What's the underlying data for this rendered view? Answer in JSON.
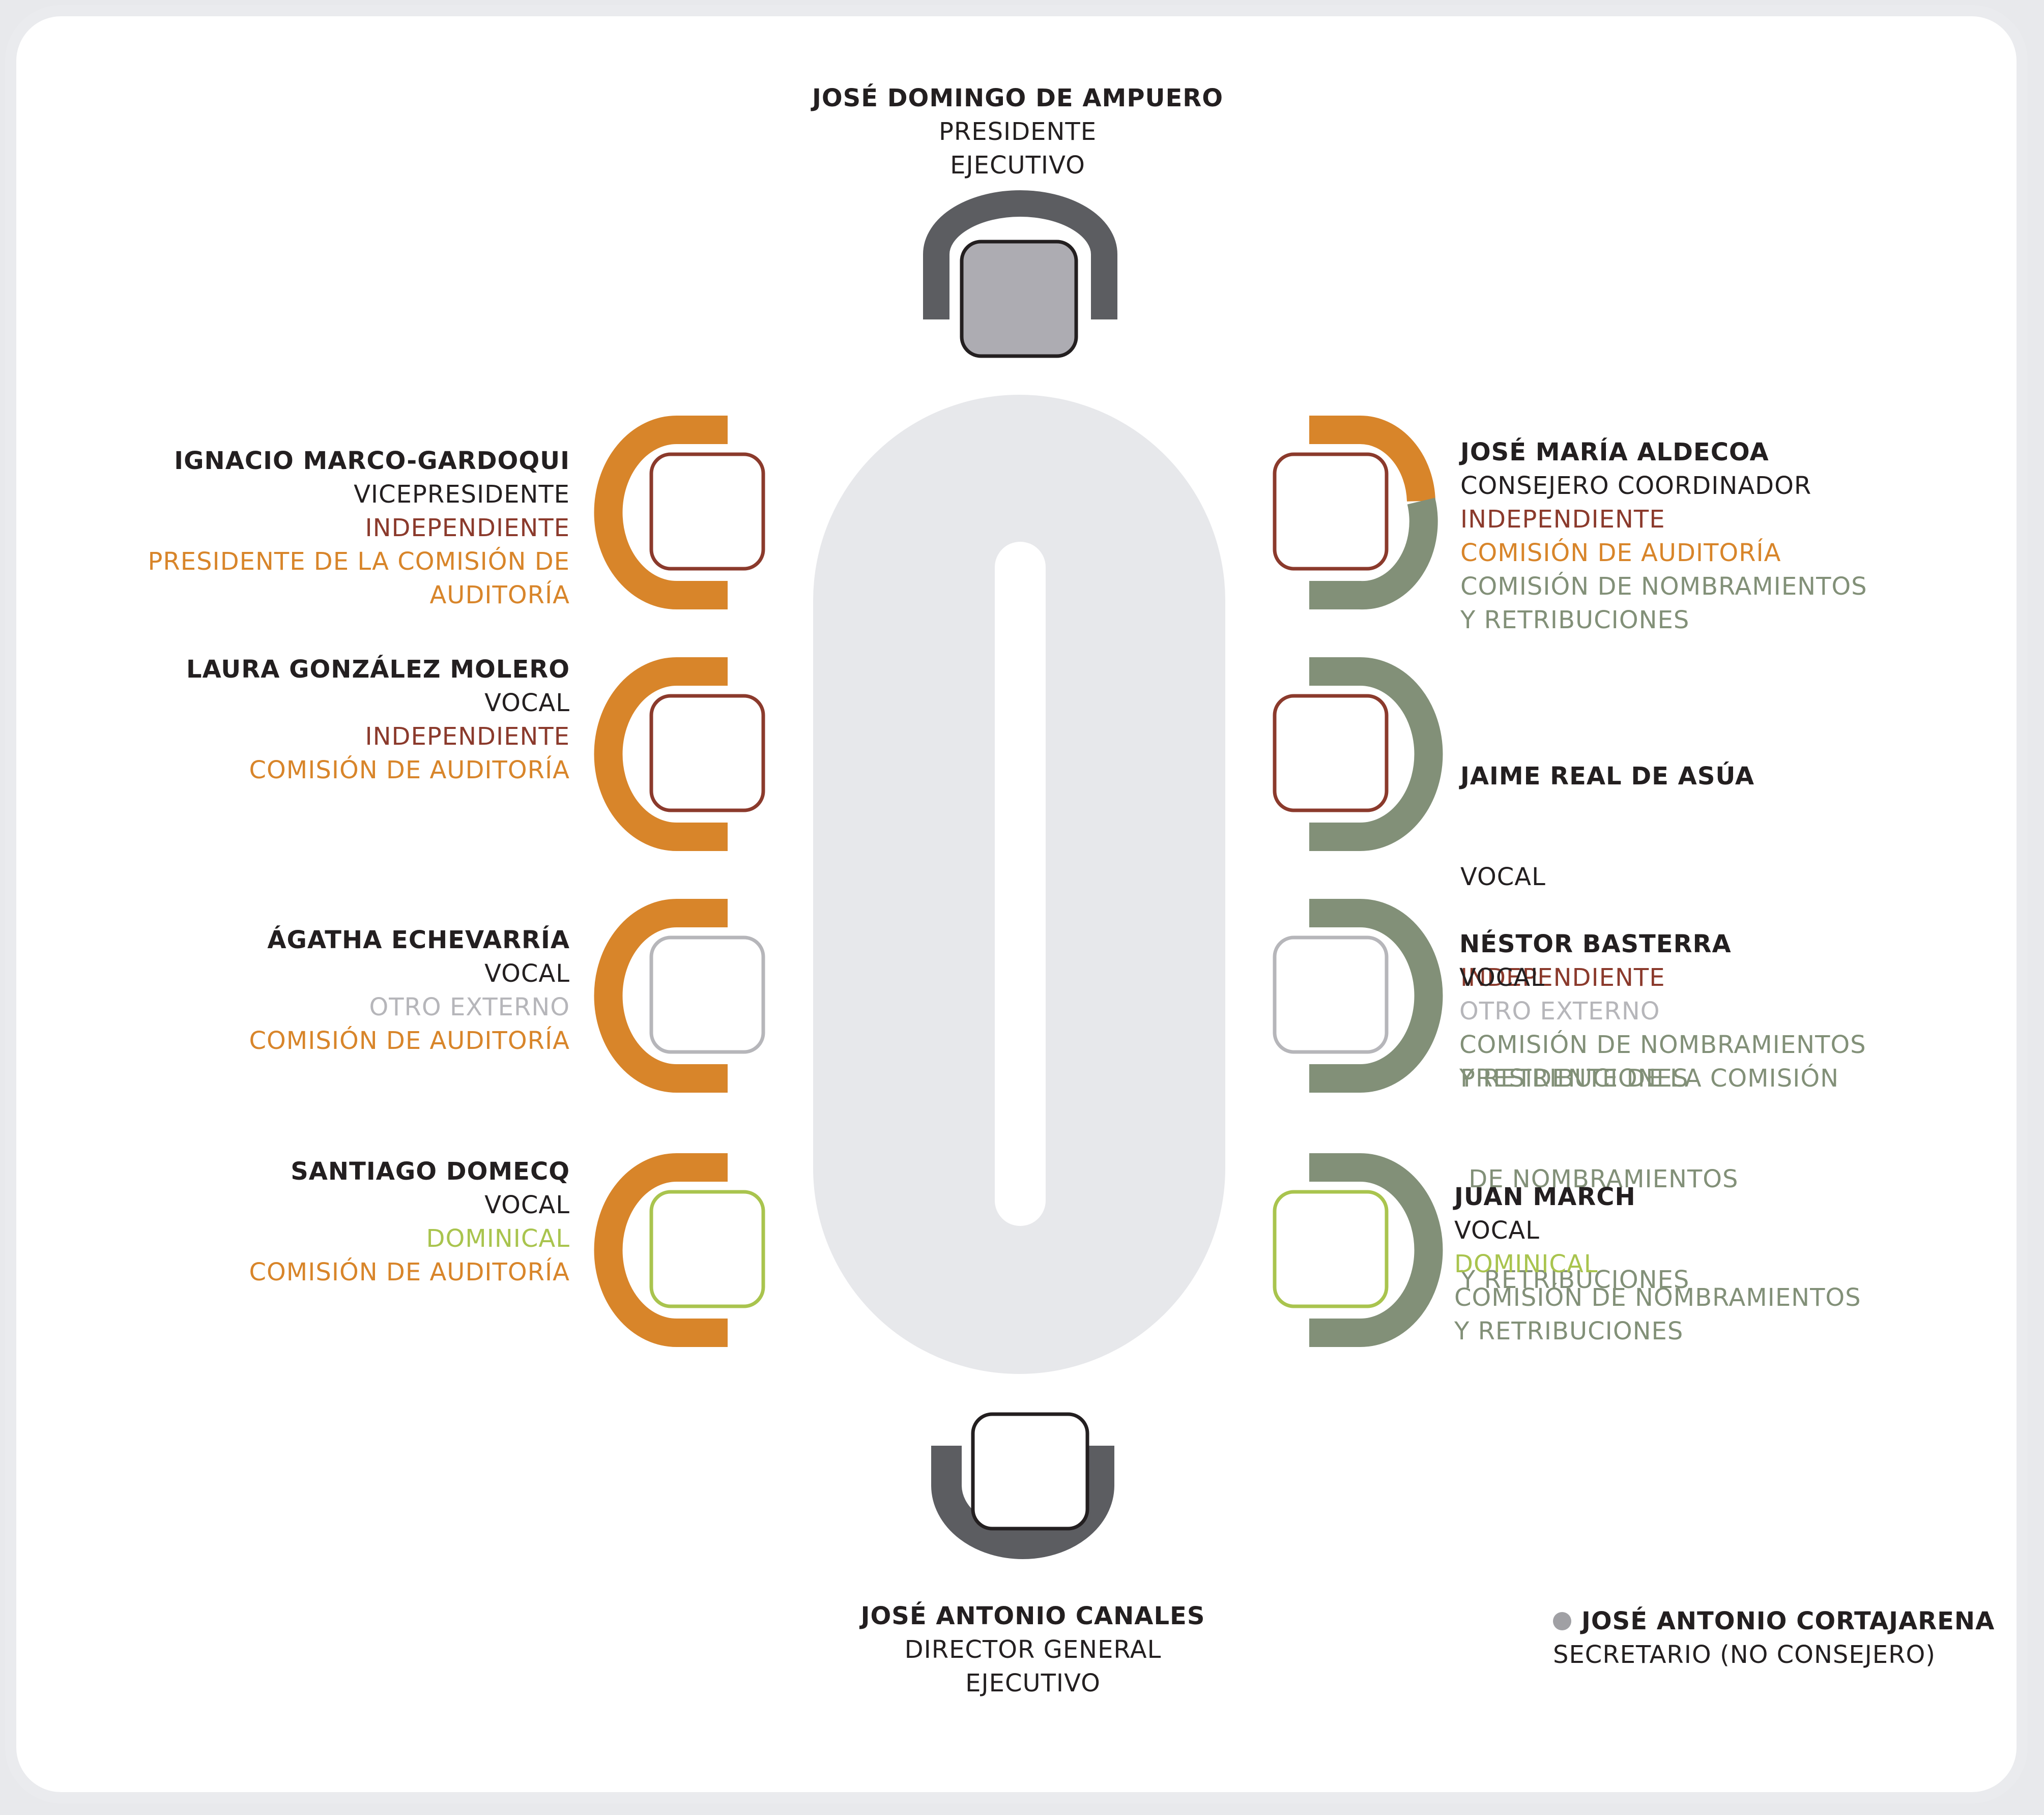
{
  "colors": {
    "executive": "#5c5d61",
    "audit": "#d8852a",
    "appointments": "#829078",
    "independent": "#8b3a2c",
    "other_external": "#b6b6ba",
    "proprietary": "#a9c44e",
    "table": "#e7e8eb",
    "presidente_seat_fill": "#adacb2",
    "secretary_dot": "#a0a0a4"
  },
  "president": {
    "name": "JOSÉ DOMINGO DE AMPUERO",
    "role": "PRESIDENTE",
    "category": "EJECUTIVO"
  },
  "ceo": {
    "name": "JOSÉ ANTONIO CANALES",
    "role": "DIRECTOR GENERAL",
    "category": "EJECUTIVO"
  },
  "left_members": [
    {
      "name": "IGNACIO MARCO-GARDOQUI",
      "role": "VICEPRESIDENTE",
      "category": "INDEPENDIENTE",
      "committee": [
        "PRESIDENTE DE LA COMISIÓN DE",
        "AUDITORÍA"
      ]
    },
    {
      "name": "LAURA GONZÁLEZ MOLERO",
      "role": "VOCAL",
      "category": "INDEPENDIENTE",
      "committee": [
        "COMISIÓN DE AUDITORÍA"
      ]
    },
    {
      "name": "ÁGATHA ECHEVARRÍA",
      "role": "VOCAL",
      "category": "OTRO EXTERNO",
      "committee": [
        "COMISIÓN DE AUDITORÍA"
      ]
    },
    {
      "name": "SANTIAGO DOMECQ",
      "role": "VOCAL",
      "category": "DOMINICAL",
      "committee": [
        "COMISIÓN DE AUDITORÍA"
      ]
    }
  ],
  "right_members": [
    {
      "name": "JOSÉ MARÍA ALDECOA",
      "role": "CONSEJERO COORDINADOR",
      "category": "INDEPENDIENTE",
      "committee_audit": "COMISIÓN DE AUDITORÍA",
      "committee": [
        "COMISIÓN DE NOMBRAMIENTOS",
        "Y RETRIBUCIONES"
      ]
    },
    {
      "name": "JAIME REAL DE ASÚA",
      "role": "VOCAL",
      "category": "INDEPENDIENTE",
      "committee": [
        "PRESIDENTE DE LA COMISIÓN",
        " DE NOMBRAMIENTOS",
        "Y RETRIBUCIONES"
      ]
    },
    {
      "name": "NÉSTOR BASTERRA",
      "role": "VOCAL",
      "category": "OTRO EXTERNO",
      "committee": [
        "COMISIÓN DE NOMBRAMIENTOS",
        "Y RETRIBUCIONES"
      ]
    },
    {
      "name": "JUAN MARCH",
      "role": "VOCAL",
      "category": "DOMINICAL",
      "committee": [
        "COMISIÓN DE NOMBRAMIENTOS",
        "Y RETRIBUCIONES"
      ]
    }
  ],
  "secretary": {
    "name": "JOSÉ ANTONIO CORTAJARENA",
    "role": "SECRETARIO (NO CONSEJERO)"
  }
}
